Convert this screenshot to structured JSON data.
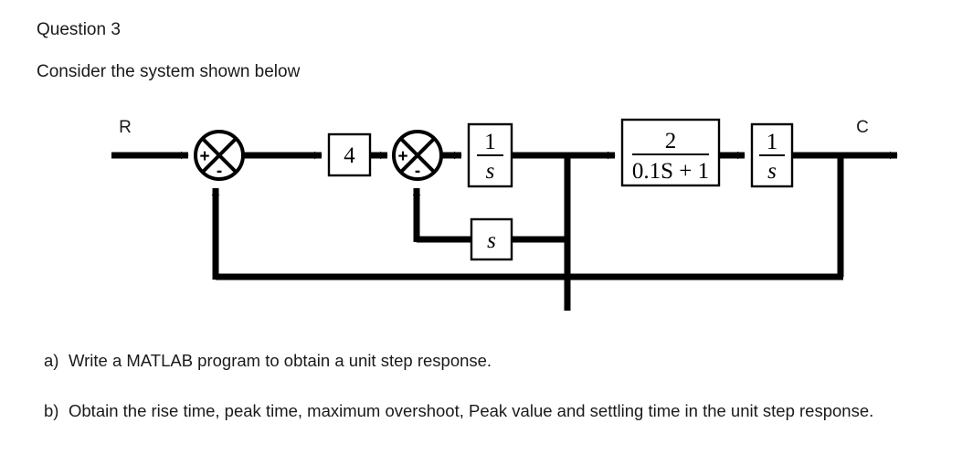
{
  "document": {
    "title": "Question 3",
    "intro": "Consider the system shown below"
  },
  "diagram": {
    "name": "control-system-block-diagram",
    "input_label": "R",
    "output_label": "C",
    "sum_junction_1": {
      "plus": "+",
      "minus": "-"
    },
    "sum_junction_2": {
      "plus": "+",
      "minus": "-"
    },
    "blocks": [
      {
        "id": "gain",
        "label": "4"
      },
      {
        "id": "integrator-1",
        "numerator": "1",
        "denominator": "s"
      },
      {
        "id": "inner-feedback",
        "label": "s"
      },
      {
        "id": "lag",
        "numerator": "2",
        "denominator": "0.1S + 1"
      },
      {
        "id": "integrator-2",
        "numerator": "1",
        "denominator": "s"
      }
    ],
    "stroke_color": "#000000",
    "block_fill": "#ffffff"
  },
  "questions": [
    {
      "marker": "a)",
      "text": "Write a MATLAB program to obtain a unit step response."
    },
    {
      "marker": "b)",
      "text": "Obtain the rise time, peak time, maximum overshoot, Peak value and settling time in the unit step response."
    }
  ]
}
